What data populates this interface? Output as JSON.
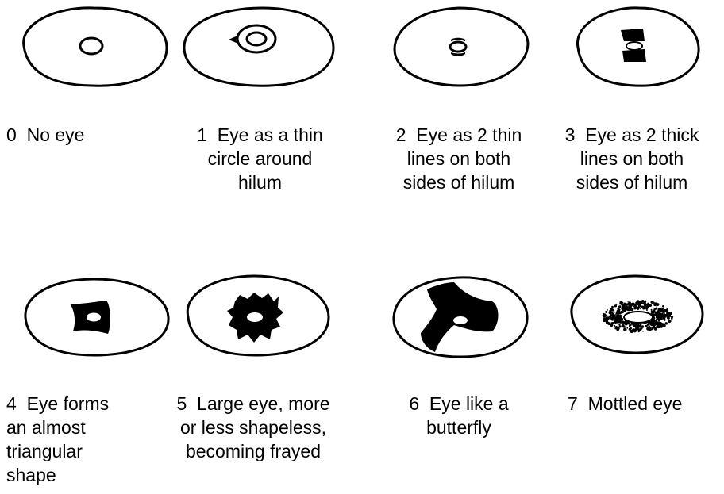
{
  "diagram": {
    "items": [
      {
        "score": "0",
        "lines": [
          "No eye"
        ]
      },
      {
        "score": "1",
        "lines": [
          "Eye as a thin",
          "circle around",
          "hilum"
        ]
      },
      {
        "score": "2",
        "lines": [
          "Eye as 2 thin",
          "lines on both",
          "sides of hilum"
        ]
      },
      {
        "score": "3",
        "lines": [
          "Eye as 2 thick",
          "lines on both",
          "sides of hilum"
        ]
      },
      {
        "score": "4",
        "lines": [
          "Eye forms",
          "an almost",
          "triangular",
          "shape"
        ]
      },
      {
        "score": "5",
        "lines": [
          "Large eye, more",
          "or less shapeless,",
          "becoming frayed"
        ]
      },
      {
        "score": "6",
        "lines": [
          "Eye like a",
          "butterfly"
        ]
      },
      {
        "score": "7",
        "lines": [
          "Mottled eye"
        ]
      }
    ]
  }
}
